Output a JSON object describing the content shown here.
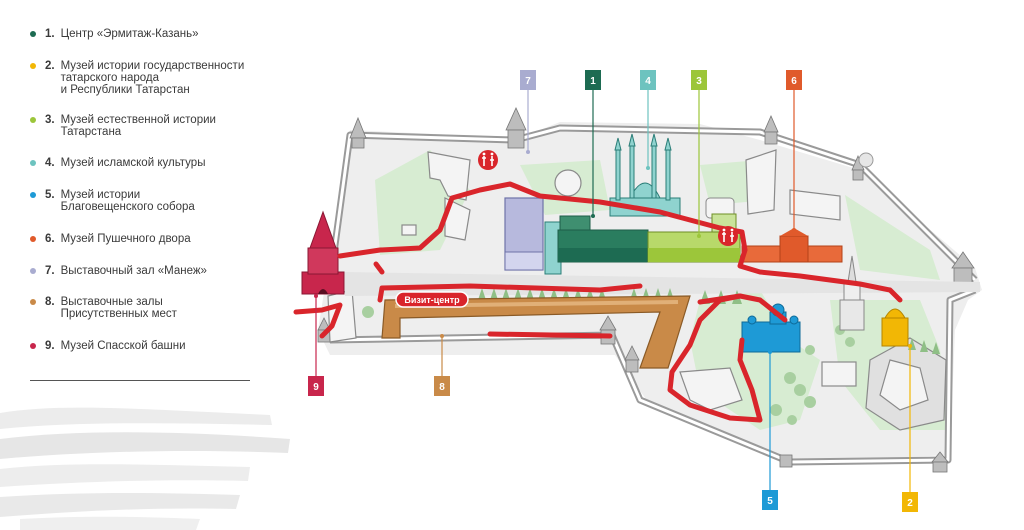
{
  "legend": {
    "items": [
      {
        "num": "1.",
        "label": "Центр «Эрмитаж-Казань»",
        "color": "#1d6b52"
      },
      {
        "num": "2.",
        "label": "Музей истории государственности\nтатарского народа\nи Республики Татарстан",
        "color": "#f2b705"
      },
      {
        "num": "3.",
        "label": "Музей естественной истории\nТатарстана",
        "color": "#9cc63a"
      },
      {
        "num": "4.",
        "label": "Музей исламской культуры",
        "color": "#6dc3bf"
      },
      {
        "num": "5.",
        "label": "Музей истории\nБлаговещенского собора",
        "color": "#1e9ad6"
      },
      {
        "num": "6.",
        "label": "Музей Пушечного двора",
        "color": "#e05a2b"
      },
      {
        "num": "7.",
        "label": "Выставочный зал «Манеж»",
        "color": "#a9acd0"
      },
      {
        "num": "8.",
        "label": "Выставочные залы\nПрисутственных мест",
        "color": "#c98a48"
      },
      {
        "num": "9.",
        "label": "Музей Спасской башни",
        "color": "#c8264c"
      }
    ]
  },
  "map": {
    "visit_center_label": "Визит-центр",
    "route_color": "#d9252b",
    "markers": [
      {
        "num": "7",
        "color": "#a9acd0"
      },
      {
        "num": "1",
        "color": "#1d6b52"
      },
      {
        "num": "4",
        "color": "#6dc3bf"
      },
      {
        "num": "3",
        "color": "#9cc63a"
      },
      {
        "num": "6",
        "color": "#e05a2b"
      },
      {
        "num": "9",
        "color": "#c8264c"
      },
      {
        "num": "8",
        "color": "#c98a48"
      },
      {
        "num": "5",
        "color": "#1e9ad6"
      },
      {
        "num": "2",
        "color": "#f2b705"
      }
    ],
    "icons": [
      "restroom-icon",
      "restroom-icon"
    ]
  }
}
